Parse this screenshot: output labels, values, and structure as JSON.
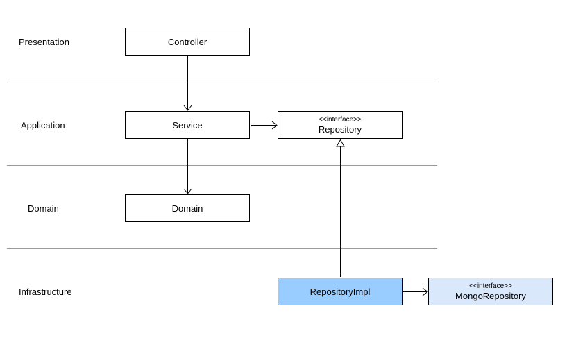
{
  "diagram_type": "layered-architecture-uml",
  "layers": {
    "presentation": {
      "label": "Presentation"
    },
    "application": {
      "label": "Application"
    },
    "domain": {
      "label": "Domain"
    },
    "infrastructure": {
      "label": "Infrastructure"
    }
  },
  "nodes": {
    "controller": {
      "label": "Controller"
    },
    "service": {
      "label": "Service"
    },
    "repository": {
      "stereotype": "<<interface>>",
      "label": "Repository"
    },
    "domain": {
      "label": "Domain"
    },
    "repository_impl": {
      "label": "RepositoryImpl",
      "fill": "#99CCFF"
    },
    "mongo_repository": {
      "stereotype": "<<interface>>",
      "label": "MongoRepository",
      "fill": "#DAE8FC"
    }
  },
  "edges": [
    {
      "from": "Controller",
      "to": "Service",
      "style": "solid",
      "head": "open-arrow"
    },
    {
      "from": "Service",
      "to": "Repository",
      "style": "solid",
      "head": "open-arrow"
    },
    {
      "from": "Service",
      "to": "Domain",
      "style": "solid",
      "head": "open-arrow"
    },
    {
      "from": "RepositoryImpl",
      "to": "Repository",
      "style": "solid",
      "head": "hollow-triangle"
    },
    {
      "from": "RepositoryImpl",
      "to": "MongoRepository",
      "style": "solid",
      "head": "open-arrow"
    }
  ],
  "colors": {
    "background": "#FFFFFF",
    "node_fill_default": "#FFFFFF",
    "node_border": "#000000",
    "repository_impl_fill": "#99CCFF",
    "mongo_repository_fill": "#DAE8FC",
    "divider_line": "#999999",
    "edge_line": "#000000",
    "text": "#000000"
  }
}
